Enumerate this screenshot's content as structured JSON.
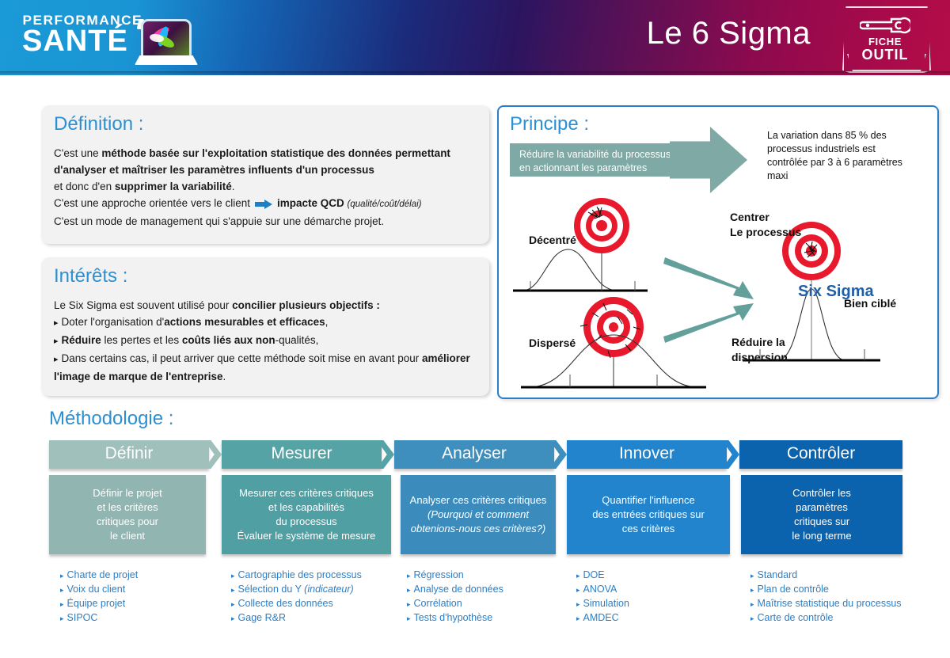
{
  "header": {
    "brand_line1": "PERFORMANCE",
    "brand_line2": "SANTÉ",
    "title": "Le 6 Sigma",
    "badge_line1": "FICHE",
    "badge_line2": "OUTIL",
    "badge_icon": "wrench-icon",
    "logo_icon": "laptop-pinwheel-logo",
    "gradient_from": "#1a9ad7",
    "gradient_mid": "#2b1560",
    "gradient_to": "#b30d47"
  },
  "definition": {
    "title": "Définition :",
    "line1_pre": "C'est une ",
    "line1_bold": "méthode basée sur l'exploitation statistique des données permettant d'analyser et maîtriser les paramètres influents d'un processus",
    "line2_pre": "et donc d'en ",
    "line2_bold": "supprimer la variabilité",
    "line2_post": ".",
    "line3_pre": "C'est une approche orientée vers le client",
    "line3_bold": "impacte QCD",
    "line3_italic": "(qualité/coût/délai)",
    "line4": "C'est un mode de management qui s'appuie sur une démarche projet."
  },
  "interets": {
    "title": "Intérêts :",
    "intro_pre": "Le Six Sigma est souvent utilisé pour ",
    "intro_bold": "concilier plusieurs objectifs :",
    "items": [
      {
        "pre": "Doter l'organisation d'",
        "bold": "actions mesurables et efficaces",
        "post": ","
      },
      {
        "pre": "",
        "bold": "Réduire",
        "mid": " les pertes et les ",
        "bold2": "coûts liés aux non",
        "post": "-qualités,"
      },
      {
        "pre": "Dans certains cas, il peut arriver que cette méthode soit mise en avant pour ",
        "bold": "améliorer l'image de marque de l'entreprise",
        "post": "."
      }
    ]
  },
  "principe": {
    "title": "Principe :",
    "banner_line1": "Réduire la variabilité du processus",
    "banner_line2": "en actionnant les paramètres",
    "note": "La variation dans 85 % des processus industriels est contrôlée par 3 à 6 paramètres maxi",
    "label_decentre": "Décentré",
    "label_disperse": "Dispersé",
    "label_bien_cible": "Bien ciblé",
    "arrow_top_line1": "Centrer",
    "arrow_top_line2": "Le processus",
    "arrow_bottom_line1": "Réduire la",
    "arrow_bottom_line2": "dispersion",
    "six_sigma": "Six Sigma",
    "accent_teal": "#7fa9a4",
    "accent_blue": "#1f5fa8",
    "target_red": "#e8192c"
  },
  "methodologie": {
    "title": "Méthodologie :",
    "steps": [
      {
        "label": "Définir",
        "color": "#9fc0bb",
        "description": "Définir le projet\net les critères\ncritiques pour\nle client",
        "bullets": [
          "Charte de projet",
          "Voix du client",
          "Équipe projet",
          "SIPOC"
        ]
      },
      {
        "label": "Mesurer",
        "color": "#56a3a6",
        "description": "Mesurer ces critères critiques\net les capabilités\ndu processus\nÉvaluer le système de mesure",
        "bullets": [
          "Cartographie des processus",
          "Sélection du Y (indicateur)",
          "Collecte des données",
          "Gage R&R"
        ]
      },
      {
        "label": "Analyser",
        "color": "#3f8fbe",
        "description": "Analyser ces critères critiques (Pourquoi et comment obtenions-nous ces critères?)",
        "bullets": [
          "Régression",
          "Analyse de données",
          "Corrélation",
          "Tests d'hypothèse"
        ]
      },
      {
        "label": "Innover",
        "color": "#2184cd",
        "description": "Quantifier l'influence\ndes entrées critiques sur\nces critères",
        "bullets": [
          "DOE",
          "ANOVA",
          "Simulation",
          "AMDEC"
        ]
      },
      {
        "label": "Contrôler",
        "color": "#0b62ad",
        "description": "Contrôler les\nparamètres\ncritiques sur\nle long terme",
        "bullets": [
          "Standard",
          "Plan de contrôle",
          "Maîtrise statistique du processus",
          "Carte de contrôle"
        ]
      }
    ]
  }
}
